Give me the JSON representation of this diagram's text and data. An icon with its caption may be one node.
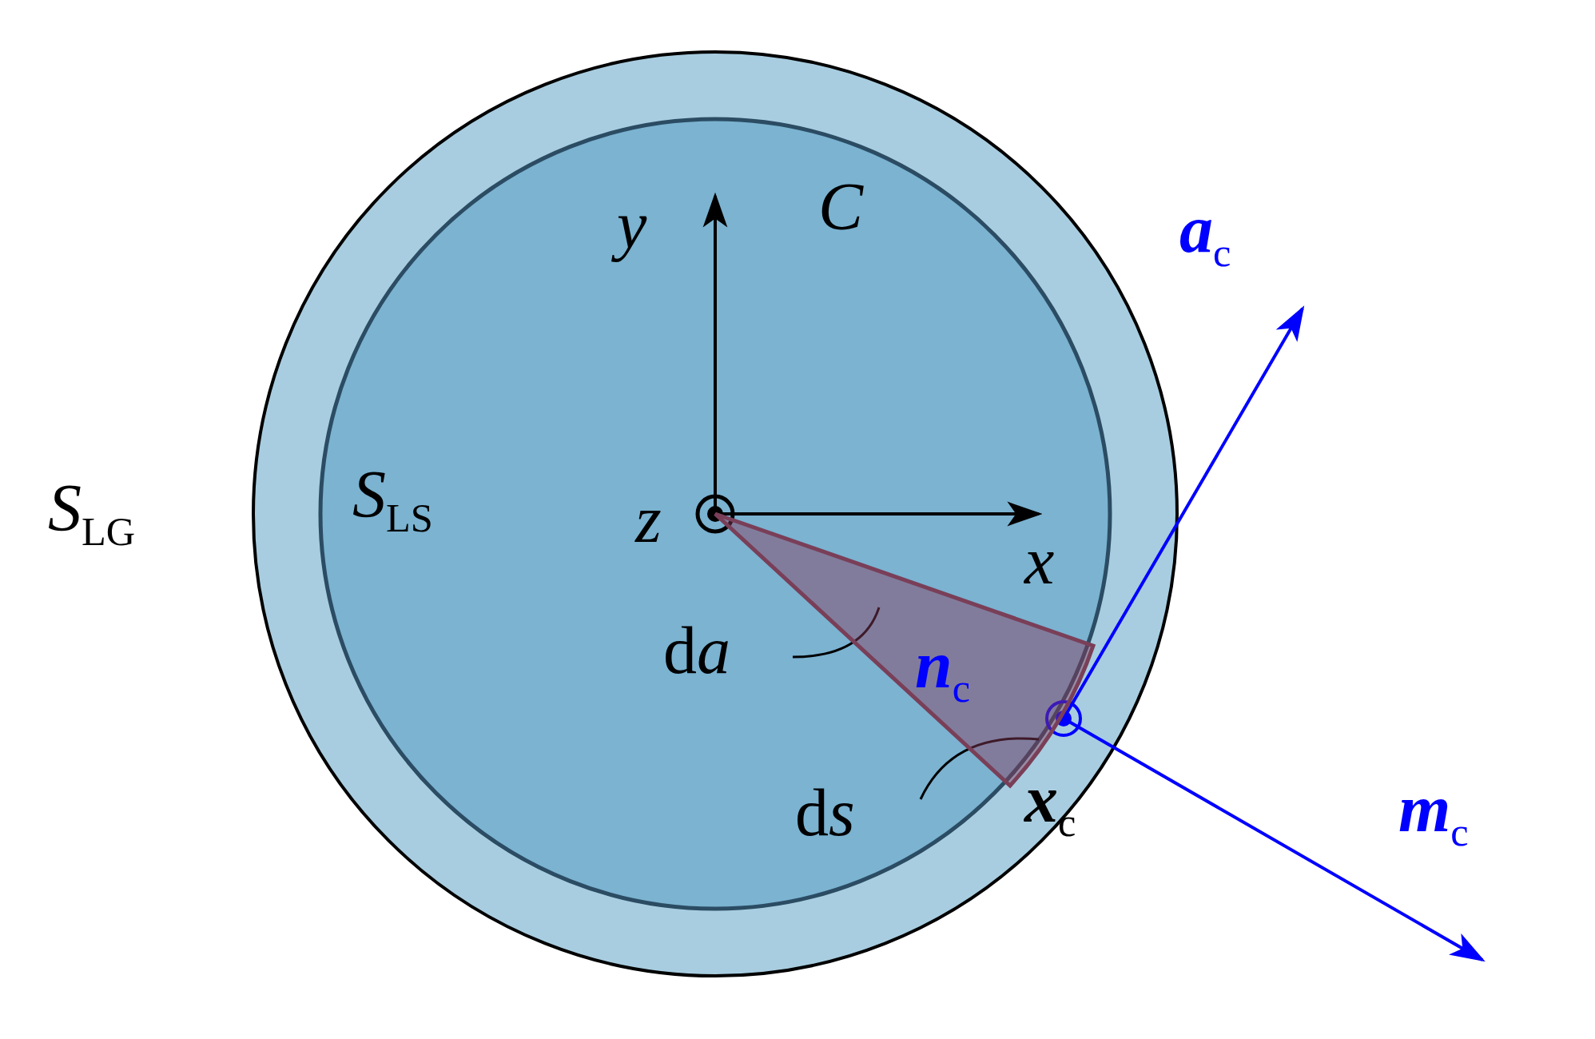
{
  "diagram": {
    "nodes": [
      {
        "text": [
          "*S*$_{LG}$"
        ]
      },
      {
        "text": [
          "*S*$_{LS}$",
          "*C*"
        ],
        "in": 0
      },
      {
        "text": [],
        "shape": "sector",
        "in": 1
      },
      {
        "text": [
          "da"
        ],
        "in": 1
      },
      {
        "text": [
          "ds"
        ],
        "in": 1
      }
    ],
    "edges": [
      {
        "from": 3,
        "to": 2,
        "arrow": "none"
      },
      {
        "from": 4,
        "to": 2,
        "arrow": "none"
      }
    ],
    "labels": [
      "*y*",
      "**a**$_{c}$",
      "*z*",
      "*x*",
      "**n**$_{c}$",
      "**x**$_{c}$",
      "**m**$_{c}$"
    ]
  }
}
